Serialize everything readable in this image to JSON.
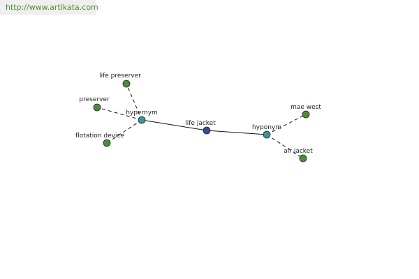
{
  "site": {
    "url": "http://www.artikata.com"
  },
  "graph": {
    "colors": {
      "center": "#3c4a8e",
      "relation": "#3f9393",
      "term": "#4d8a3e",
      "node_stroke": "#1e2a1e",
      "edge": "#111111"
    },
    "nodes": [
      {
        "id": "center",
        "label": "life jacket",
        "kind": "center"
      },
      {
        "id": "hypernym",
        "label": "hypernym",
        "kind": "relation"
      },
      {
        "id": "hyponym",
        "label": "hyponym",
        "kind": "relation"
      },
      {
        "id": "life-preserver",
        "label": "life preserver",
        "kind": "term"
      },
      {
        "id": "preserver",
        "label": "preserver",
        "kind": "term"
      },
      {
        "id": "flotation-device",
        "label": "flotation device",
        "kind": "term"
      },
      {
        "id": "mae-west",
        "label": "mae west",
        "kind": "term"
      },
      {
        "id": "air-jacket",
        "label": "air jacket",
        "kind": "term"
      }
    ],
    "edges": [
      {
        "from": "center",
        "to": "hypernym",
        "style": "solid"
      },
      {
        "from": "center",
        "to": "hyponym",
        "style": "solid"
      },
      {
        "from": "hypernym",
        "to": "life-preserver",
        "style": "dashed"
      },
      {
        "from": "hypernym",
        "to": "preserver",
        "style": "dashed"
      },
      {
        "from": "hypernym",
        "to": "flotation-device",
        "style": "dashed"
      },
      {
        "from": "hyponym",
        "to": "mae-west",
        "style": "dashed"
      },
      {
        "from": "hyponym",
        "to": "air-jacket",
        "style": "dashed"
      }
    ]
  }
}
